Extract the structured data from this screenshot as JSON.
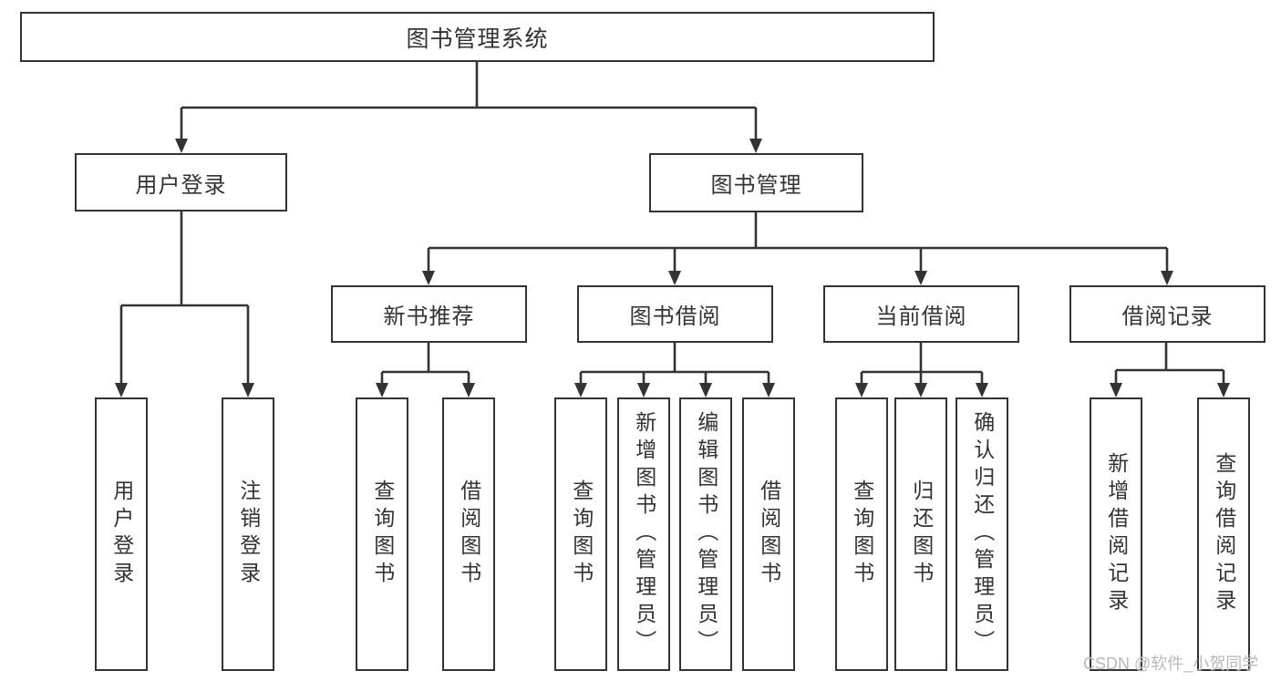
{
  "diagram": {
    "root_label": "图书管理系统",
    "user_login": {
      "label": "用户登录",
      "children": [
        {
          "label": "用户登录"
        },
        {
          "label": "注销登录"
        }
      ]
    },
    "book_management": {
      "label": "图书管理",
      "sections": [
        {
          "label": "新书推荐",
          "children": [
            {
              "label": "查询图书"
            },
            {
              "label": "借阅图书"
            }
          ]
        },
        {
          "label": "图书借阅",
          "children": [
            {
              "label": "查询图书"
            },
            {
              "label": "新增图书（管理员）"
            },
            {
              "label": "编辑图书（管理员）"
            },
            {
              "label": "借阅图书"
            }
          ]
        },
        {
          "label": "当前借阅",
          "children": [
            {
              "label": "查询图书"
            },
            {
              "label": "归还图书"
            },
            {
              "label": "确认归还（管理员）"
            }
          ]
        },
        {
          "label": "借阅记录",
          "children": [
            {
              "label": "新增借阅记录"
            },
            {
              "label": "查询借阅记录"
            }
          ]
        }
      ]
    }
  },
  "watermark": {
    "text": "CSDN @软件_小贺同学",
    "color": "#b8b8b8"
  },
  "colors": {
    "line": "#333333",
    "box_border": "#333333",
    "box_fill": "#ffffff",
    "text": "#333333",
    "background": "#ffffff"
  }
}
